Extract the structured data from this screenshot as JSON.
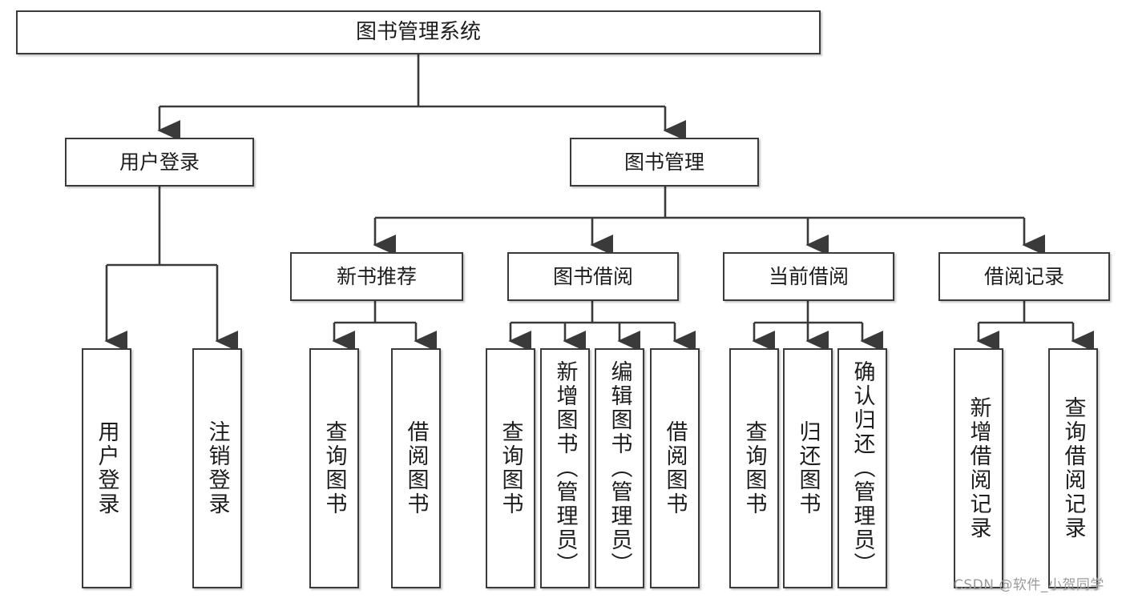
{
  "diagram": {
    "title": "图书管理系统",
    "type": "hierarchy-tree",
    "watermark": "CSDN @软件_小贺同学",
    "colors": {
      "box_border": "#3a3a3a",
      "box_fill": "#ffffff",
      "edge": "#3a3a3a",
      "text": "#1d1d1d",
      "watermark": "#9a9a9a"
    },
    "nodes": {
      "root": {
        "label": "图书管理系统"
      },
      "level2": [
        {
          "id": "user-login",
          "label": "用户登录"
        },
        {
          "id": "book-manage",
          "label": "图书管理"
        }
      ],
      "level3": [
        {
          "id": "new-book-recommend",
          "label": "新书推荐"
        },
        {
          "id": "book-borrow",
          "label": "图书借阅"
        },
        {
          "id": "current-borrow",
          "label": "当前借阅"
        },
        {
          "id": "borrow-record",
          "label": "借阅记录"
        }
      ],
      "leaves": {
        "user-login": [
          {
            "id": "login",
            "label": "用户登录"
          },
          {
            "id": "logout",
            "label": "注销登录"
          }
        ],
        "new-book-recommend": [
          {
            "id": "query-book-1",
            "label": "查询图书"
          },
          {
            "id": "borrow-book-1",
            "label": "借阅图书"
          }
        ],
        "book-borrow": [
          {
            "id": "query-book-2",
            "label": "查询图书"
          },
          {
            "id": "add-book",
            "label": "新增图书（管理员）"
          },
          {
            "id": "edit-book",
            "label": "编辑图书（管理员）"
          },
          {
            "id": "borrow-book-2",
            "label": "借阅图书"
          }
        ],
        "current-borrow": [
          {
            "id": "query-book-3",
            "label": "查询图书"
          },
          {
            "id": "return-book",
            "label": "归还图书"
          },
          {
            "id": "confirm-return",
            "label": "确认归还（管理员）"
          }
        ],
        "borrow-record": [
          {
            "id": "add-record",
            "label": "新增借阅记录"
          },
          {
            "id": "query-record",
            "label": "查询借阅记录"
          }
        ]
      }
    }
  }
}
